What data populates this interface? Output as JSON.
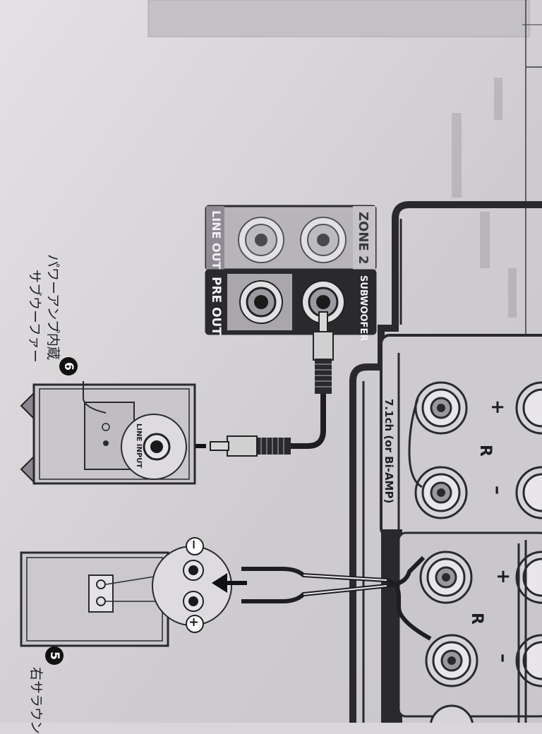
{
  "diagram": {
    "panel_labels": {
      "zone2": "ZONE 2",
      "line_out": "LINE OUT",
      "subwoofer": "SUBWOOFER",
      "pre_out": "PRE OUT",
      "amp_label": "7.1ch (or Bi-AMP)",
      "channel_r": "R",
      "plus": "+",
      "minus": "–"
    },
    "subwoofer_device": {
      "number": "6",
      "title_line1": "パワーアンプ内蔵",
      "title_line2": "サブウーファー",
      "input_label": "LINE INPUT"
    },
    "speaker_device": {
      "number": "5",
      "title": "右サラウン",
      "terminal_minus": "−",
      "terminal_plus": "+"
    },
    "colors": {
      "ink": "#1e1e22",
      "panel_dark": "#2a2a2e",
      "panel_light": "#b8b5ba",
      "page": "#d9d6da"
    }
  }
}
